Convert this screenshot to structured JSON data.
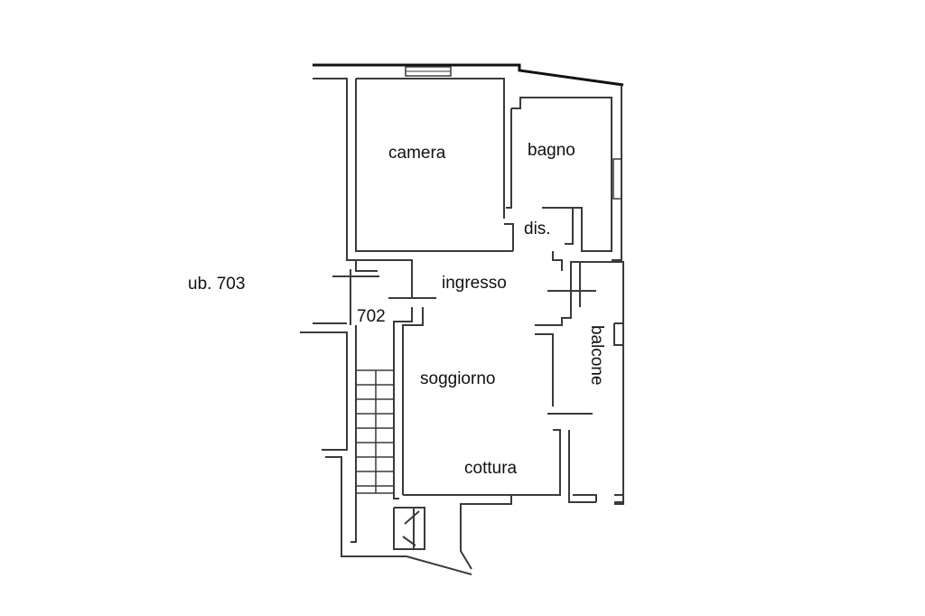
{
  "labels": {
    "camera": "camera",
    "bagno": "bagno",
    "dis": "dis.",
    "ingresso": "ingresso",
    "soggiorno": "soggiorno",
    "cottura": "cottura",
    "balcone": "balcone",
    "sub_703": "ub. 703",
    "sub_702": "702"
  },
  "colors": {
    "wall": "#3a3a3a",
    "thick_wall": "#111111",
    "text": "#111111",
    "background": "#ffffff"
  }
}
